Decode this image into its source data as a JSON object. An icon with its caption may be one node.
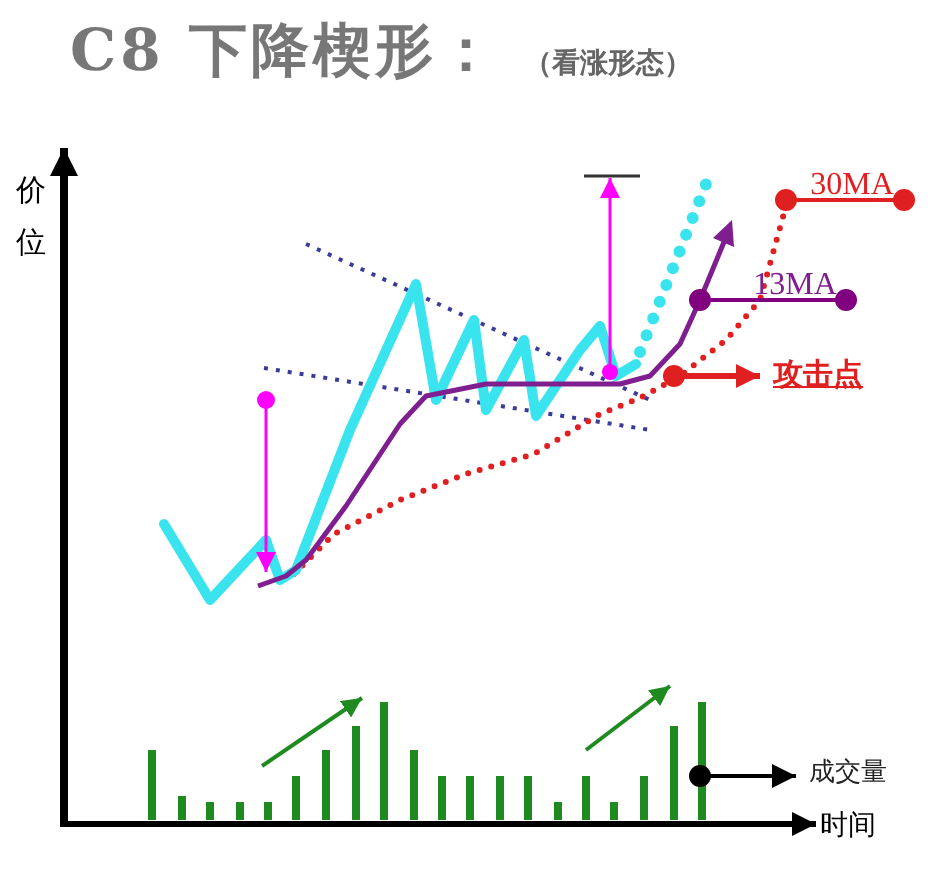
{
  "diagram": {
    "title": "C8 下降楔形：",
    "nodes": [
      {
        "text": [
          "30MA"
        ]
      },
      {
        "text": [
          "13MA"
        ]
      },
      {
        "text": [
          "攻击点"
        ]
      },
      {
        "text": [
          "成交量"
        ]
      }
    ],
    "edges": [
      {
        "from": 0,
        "to": null,
        "arrow": "other"
      },
      {
        "from": 1,
        "to": null,
        "arrow": "other",
        "color": "#800080"
      },
      {
        "from": null,
        "to": 2,
        "arrow": "to"
      },
      {
        "from": null,
        "to": 3,
        "arrow": "to",
        "color": "#000000"
      }
    ],
    "labels": [
      "（看涨形态）",
      "价位",
      "时间"
    ]
  }
}
